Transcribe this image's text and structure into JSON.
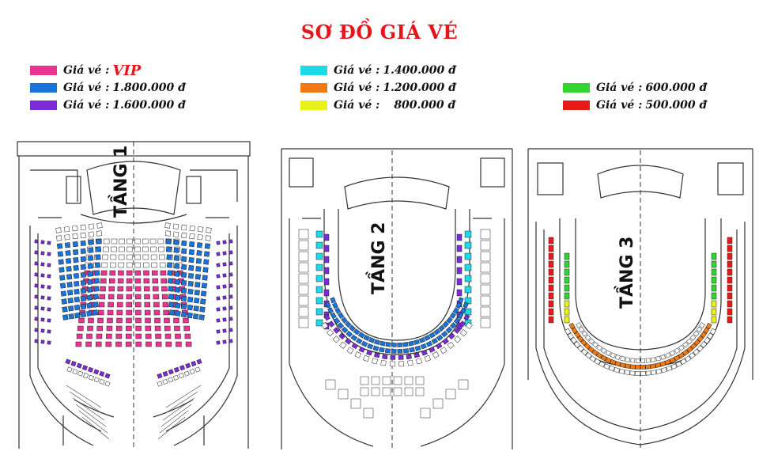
{
  "title": "SƠ ĐỒ GIÁ VÉ",
  "legend": {
    "label_prefix": "Giá vé :",
    "items": [
      {
        "price": "VIP",
        "color": "#e8358f"
      },
      {
        "price": "1.800.000 đ",
        "color": "#1a73d9"
      },
      {
        "price": "1.600.000 đ",
        "color": "#7b2cd8"
      },
      {
        "price": "1.400.000 đ",
        "color": "#1fd9e8"
      },
      {
        "price": "1.200.000 đ",
        "color": "#f07b12"
      },
      {
        "price": "800.000 đ",
        "color": "#e8f21a"
      },
      {
        "price": "600.000 đ",
        "color": "#2fd62f"
      },
      {
        "price": "500.000 đ",
        "color": "#e81a1a"
      }
    ]
  },
  "floors": [
    {
      "label": "TẦNG 1"
    },
    {
      "label": "TẦNG 2"
    },
    {
      "label": "TẦNG 3"
    }
  ]
}
